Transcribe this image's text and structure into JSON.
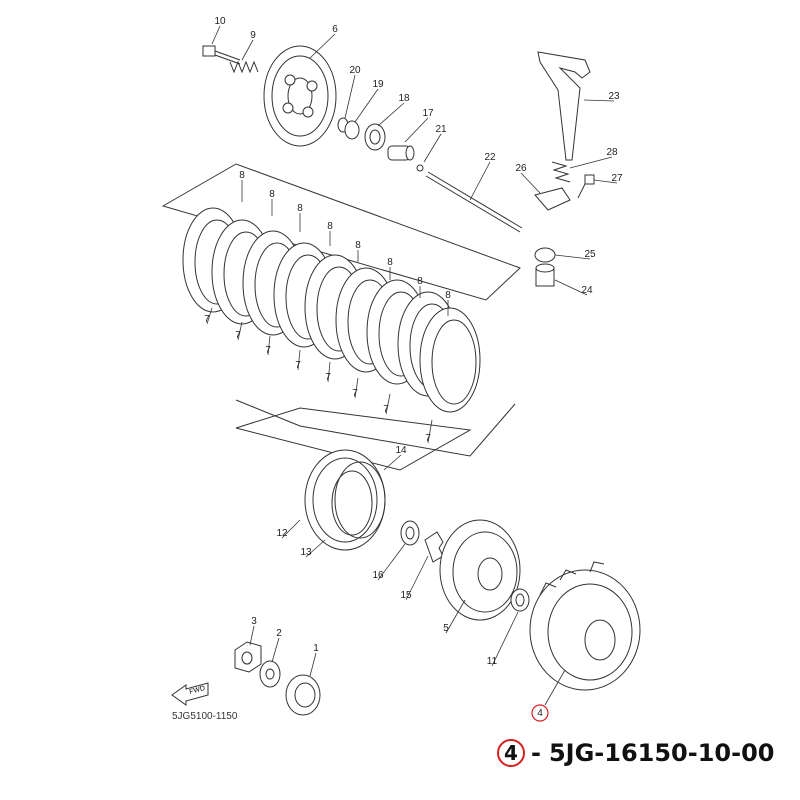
{
  "diagram": {
    "callouts": [
      "1",
      "2",
      "3",
      "4",
      "5",
      "6",
      "7",
      "8",
      "9",
      "10",
      "11",
      "12",
      "13",
      "14",
      "15",
      "16",
      "17",
      "18",
      "19",
      "20",
      "21",
      "22",
      "23",
      "24",
      "25",
      "26",
      "27",
      "28"
    ],
    "fwd_label": "FWD",
    "diagram_code": "5JG5100-1150",
    "highlight_color": "#d42020"
  },
  "caption": {
    "ref_number": "4",
    "separator": "-",
    "part_number": "5JG-16150-10-00"
  }
}
